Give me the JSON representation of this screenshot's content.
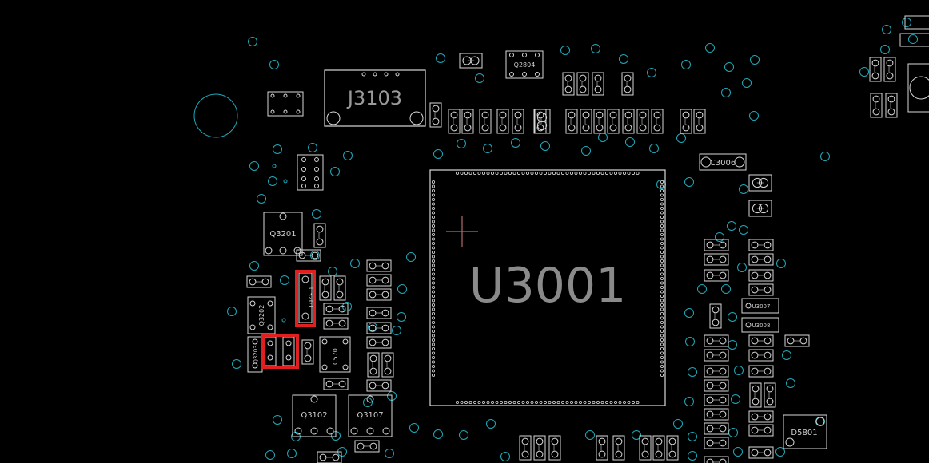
{
  "canvas": {
    "background": "#000000"
  },
  "colors": {
    "outline": "#d8d8d8",
    "via": "#1fa9b8",
    "highlight": "#e02020",
    "main_label": "#8a8a8a",
    "crosshair": "#b06a6a"
  },
  "labels": {
    "u3001": "U3001",
    "j3103": "J3103",
    "q3201": "Q3201",
    "q3102": "Q3102",
    "q3107": "Q3107",
    "c3006": "C3006",
    "q2804": "Q2804",
    "d5801": "D5801",
    "u3201": "U3201",
    "q3202": "Q3202",
    "c5701": "C5701",
    "u3007": "U3007",
    "u3008": "U3008",
    "q3203": "Q3203"
  }
}
